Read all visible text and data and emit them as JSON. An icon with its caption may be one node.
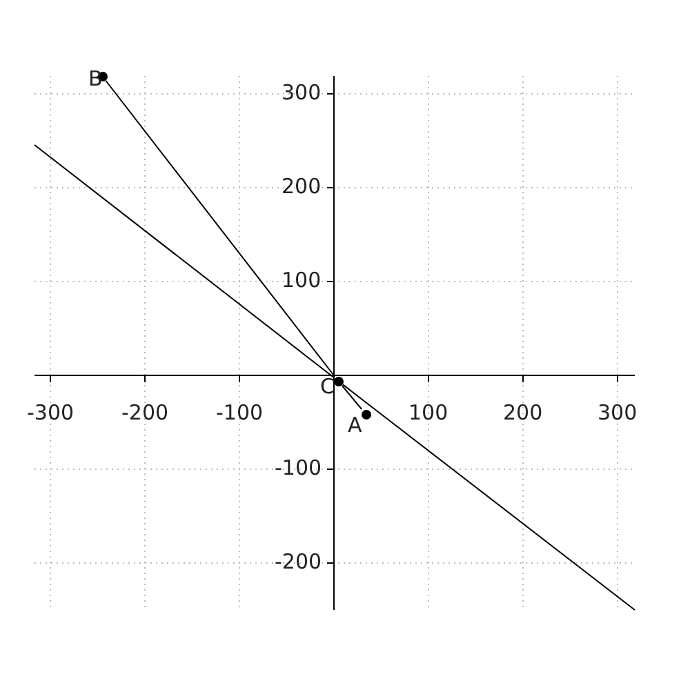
{
  "diagram": {
    "nodes": [
      {
        "text": [],
        "shape": "circle",
        "beside": [
          "B"
        ]
      },
      {
        "text": [],
        "shape": "circle",
        "beside": [
          "C"
        ]
      },
      {
        "text": [],
        "shape": "circle",
        "beside": [
          "A"
        ]
      }
    ],
    "edges": [
      {
        "from": 0,
        "to": 1,
        "arrow": "none"
      },
      {
        "from": 1,
        "to": 2,
        "arrow": "none"
      },
      {
        "from": null,
        "to": 1,
        "arrow": "none"
      },
      {
        "from": 1,
        "to": null,
        "arrow": "none"
      }
    ],
    "labels": [
      "300",
      "200",
      "100",
      "-300",
      "-200",
      "-100",
      "100",
      "200",
      "300",
      "-100",
      "-200"
    ]
  }
}
